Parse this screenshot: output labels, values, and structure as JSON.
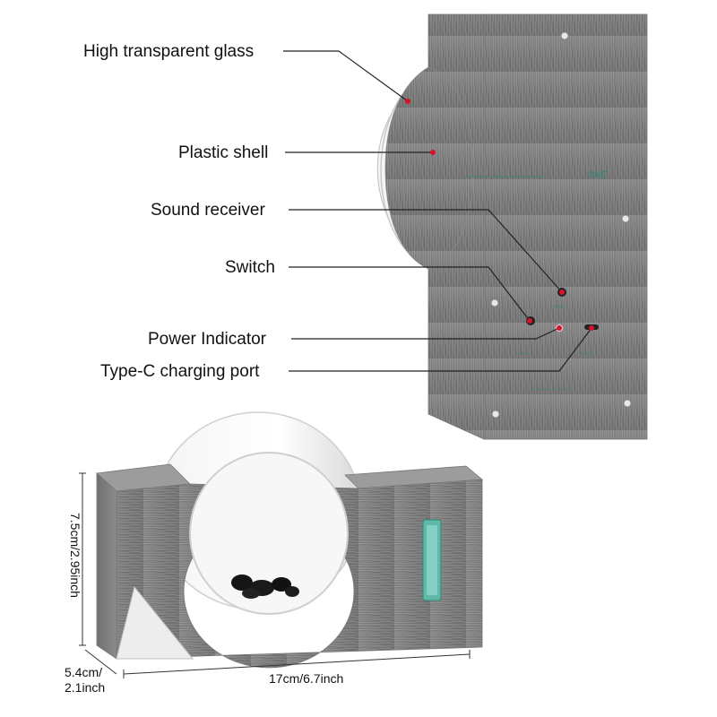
{
  "callouts": [
    {
      "id": "glass",
      "label": "High transparent glass"
    },
    {
      "id": "shell",
      "label": "Plastic shell"
    },
    {
      "id": "sound",
      "label": "Sound receiver"
    },
    {
      "id": "switch",
      "label": "Switch"
    },
    {
      "id": "power",
      "label": "Power Indicator"
    },
    {
      "id": "typec",
      "label": "Type-C charging port"
    }
  ],
  "dimensions": {
    "height": "7.5cm/2.95inch",
    "depth_line1": "5.4cm/",
    "depth_line2": "2.1inch",
    "width": "17cm/6.7inch"
  },
  "colors": {
    "callout_dot": "#d8142b",
    "wood_grain": "#8a8a8a",
    "wood_dark": "#5e5e5e",
    "panel_text": "#2e8a7a"
  }
}
